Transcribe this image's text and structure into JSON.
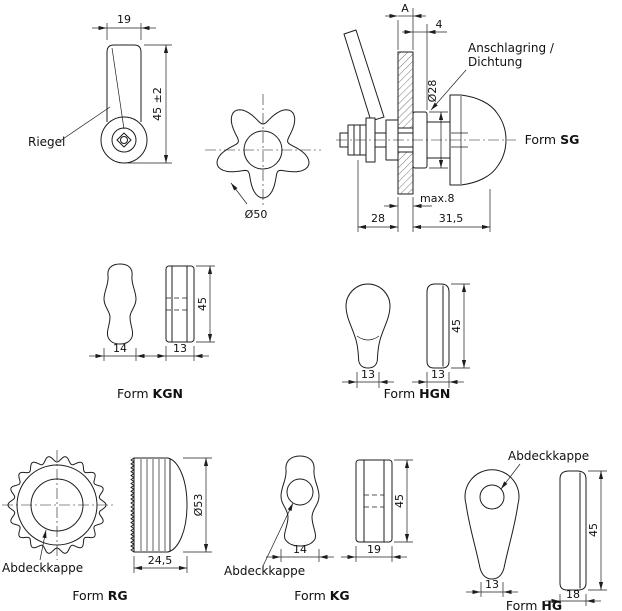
{
  "background": "#ffffff",
  "line_color": "#1d1d1d",
  "views": {
    "latch": {
      "label": "Riegel",
      "dim_width": "19",
      "dim_length": "45 ±2"
    },
    "star_knob": {
      "dim_diameter": "Ø50"
    },
    "assembly": {
      "dim_grip": "A",
      "dim_protrusion": "4",
      "dim_ring_diameter": "Ø28",
      "seal_label_1": "Anschlagring /",
      "seal_label_2": "Dichtung",
      "dim_panel_max": "max.8",
      "dim_back_depth": "28",
      "dim_front_depth": "31,5",
      "form_prefix": "Form ",
      "form_code": "SG"
    },
    "form_kgn": {
      "dim_width": "14",
      "dim_depth": "13",
      "dim_height": "45",
      "form_prefix": "Form ",
      "form_code": "KGN"
    },
    "form_hgn": {
      "dim_width": "13",
      "dim_depth": "13",
      "dim_height": "45",
      "form_prefix": "Form ",
      "form_code": "HGN"
    },
    "form_rg": {
      "cap_label": "Abdeckkappe",
      "dim_diameter": "Ø53",
      "dim_depth": "24,5",
      "form_prefix": "Form ",
      "form_code": "RG"
    },
    "form_kg": {
      "cap_label": "Abdeckkappe",
      "dim_width": "14",
      "dim_depth": "19",
      "dim_height": "45",
      "form_prefix": "Form ",
      "form_code": "KG"
    },
    "form_hg": {
      "cap_label": "Abdeckkappe",
      "dim_width": "13",
      "dim_depth": "18",
      "dim_height": "45",
      "form_prefix": "Form ",
      "form_code": "HG"
    }
  }
}
